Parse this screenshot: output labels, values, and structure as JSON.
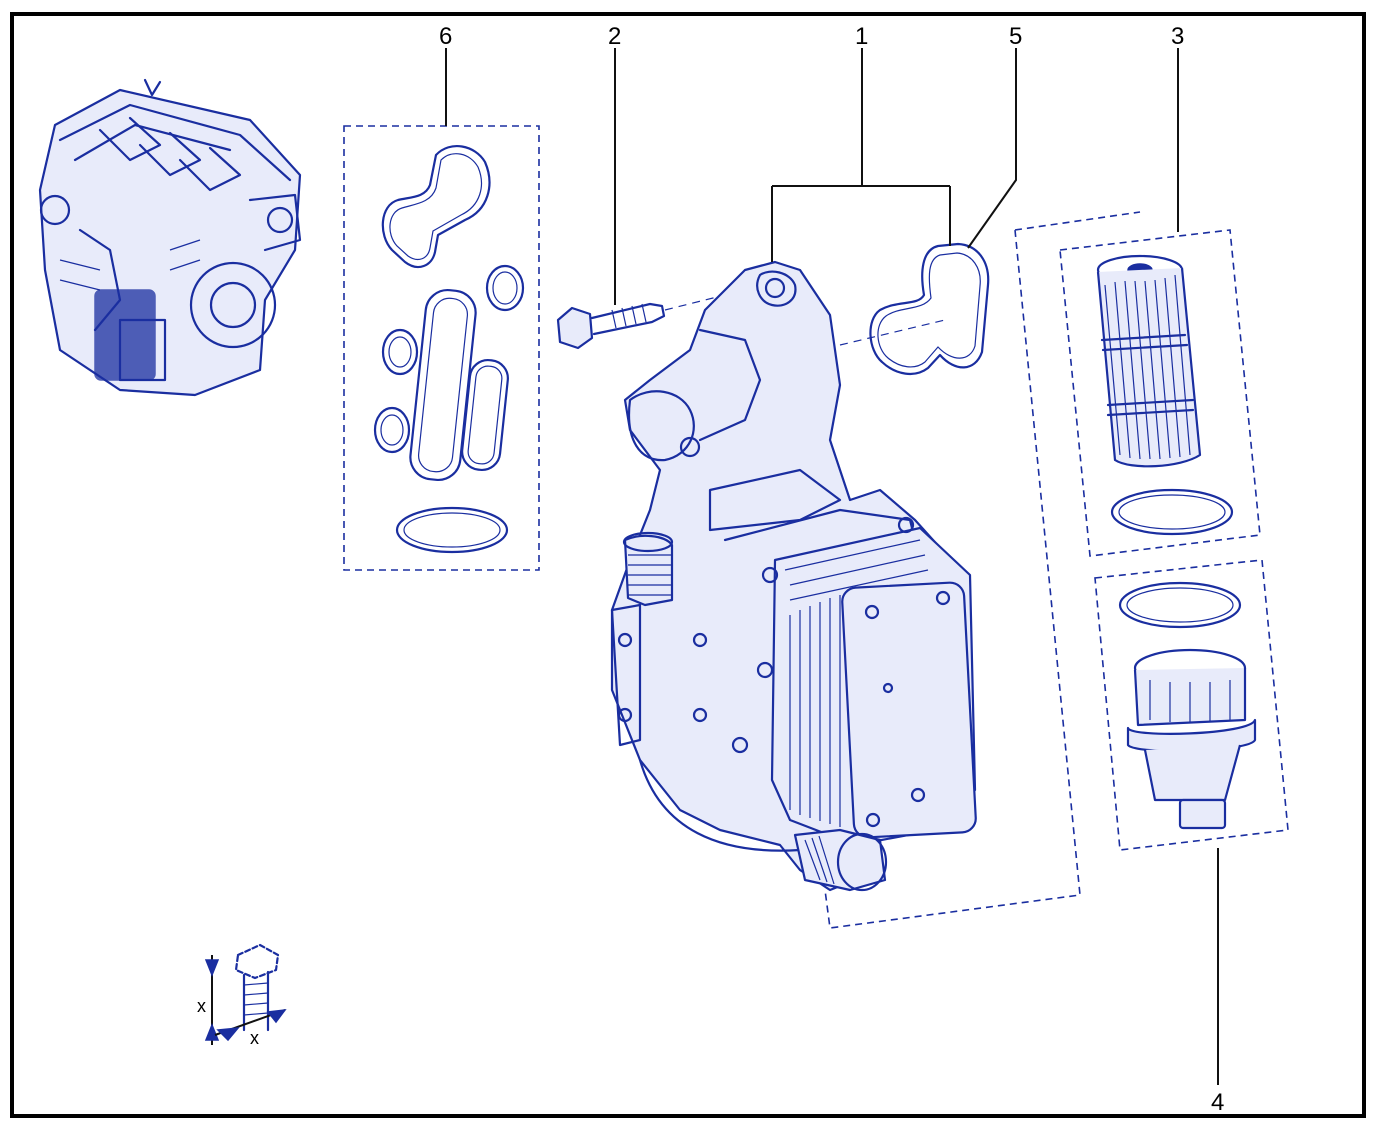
{
  "callouts": [
    {
      "id": "1",
      "label": "1"
    },
    {
      "id": "2",
      "label": "2"
    },
    {
      "id": "3",
      "label": "3"
    },
    {
      "id": "4",
      "label": "4"
    },
    {
      "id": "5",
      "label": "5"
    },
    {
      "id": "6",
      "label": "6"
    }
  ],
  "dimension": {
    "label_vertical": "x",
    "label_horizontal": "x"
  },
  "colors": {
    "line": "#1a2ea0",
    "frame": "#000000",
    "background": "#ffffff"
  }
}
